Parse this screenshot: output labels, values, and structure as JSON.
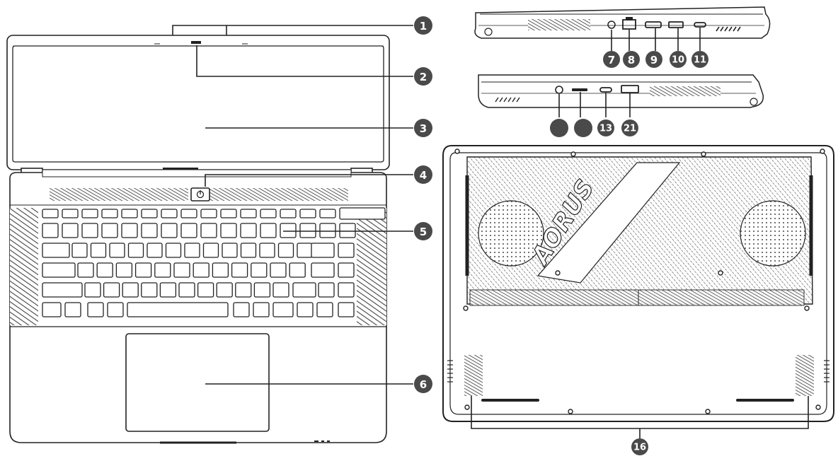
{
  "logo_text": "AORUS",
  "colors": {
    "line": "#222222",
    "callout": "#4a4a4a",
    "hatch": "#555555",
    "fill": "#f2f2f2"
  },
  "icons": [
    "power-icon",
    "ethernet-port-icon",
    "usb-port-icon",
    "hdmi-port-icon",
    "usb-c-port-icon",
    "dc-in-port-icon",
    "audio-jack-icon",
    "card-reader-icon",
    "fan-icon",
    "speaker-grille-icon"
  ],
  "callouts": [
    {
      "label": "1"
    },
    {
      "label": "2"
    },
    {
      "label": "3"
    },
    {
      "label": "4"
    },
    {
      "label": "5"
    },
    {
      "label": "6"
    },
    {
      "label": "7"
    },
    {
      "label": "8"
    },
    {
      "label": "9"
    },
    {
      "label": "10"
    },
    {
      "label": "11"
    },
    {
      "label": ""
    },
    {
      "label": ""
    },
    {
      "label": "13"
    },
    {
      "label": "21"
    },
    {
      "label": "16"
    }
  ]
}
